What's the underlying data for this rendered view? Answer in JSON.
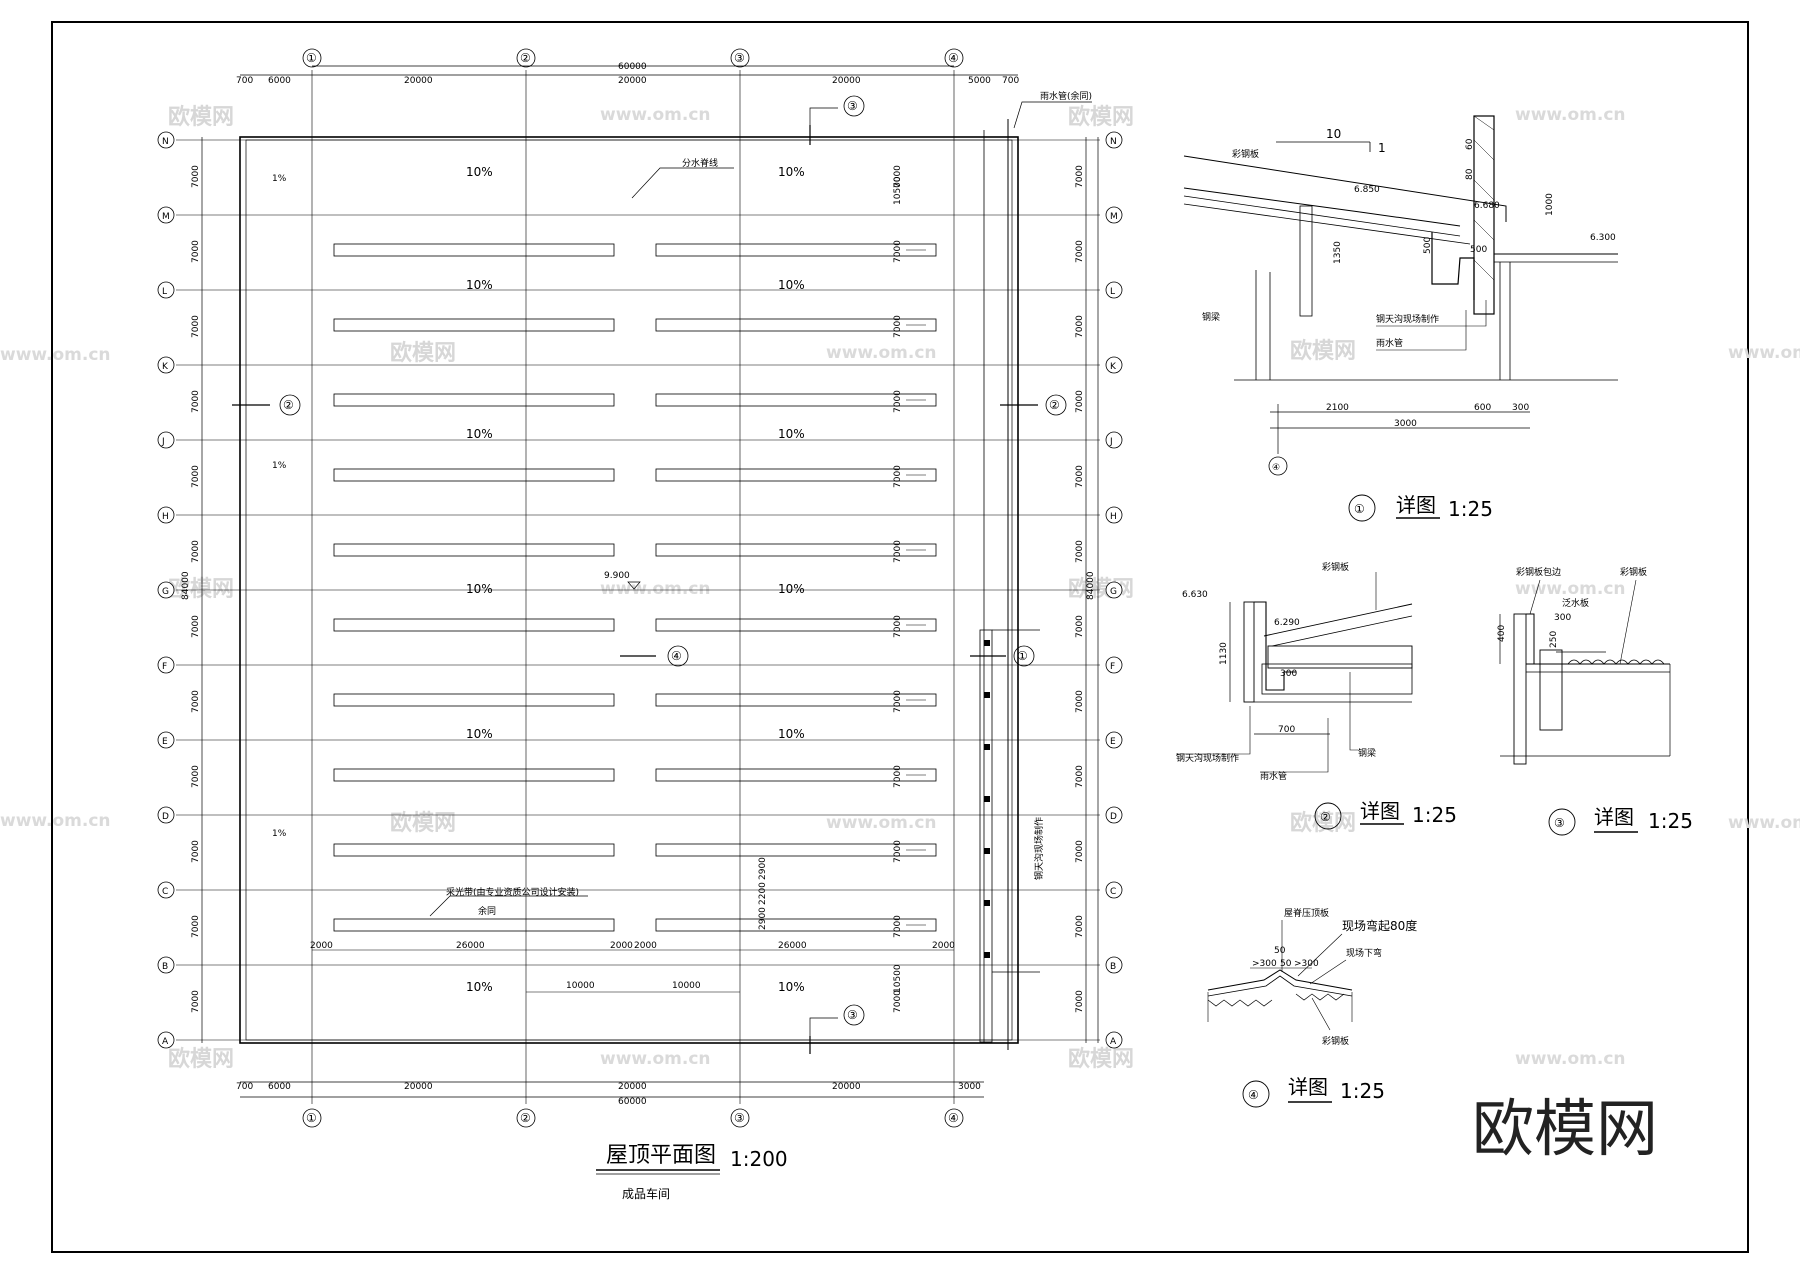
{
  "plan": {
    "title": "屋顶平面图",
    "scale": "1:200",
    "subtitle": "成品车间",
    "col_axes": [
      "①",
      "②",
      "③",
      "④"
    ],
    "row_axes": [
      "N",
      "M",
      "L",
      "K",
      "J",
      "H",
      "G",
      "F",
      "E",
      "D",
      "C",
      "B",
      "A"
    ],
    "top_dims": [
      "700",
      "6000",
      "20000",
      "20000",
      "20000",
      "5000",
      "700"
    ],
    "top_total": "60000",
    "bottom_dims": [
      "700",
      "6000",
      "20000",
      "20000",
      "20000",
      "3000"
    ],
    "bottom_total": "60000",
    "row_dim": "7000",
    "total_height": "84000",
    "slopes": [
      "10%",
      "1%"
    ],
    "ridge_label": "分水脊线",
    "elevation": "9.900",
    "downpipe_label": "雨水管(余同)",
    "skylight_label": "采光带(由专业资质公司设计安装)",
    "skylight_note": "余同",
    "skylight_dims": [
      "2000",
      "26000",
      "2000",
      "2000",
      "26000",
      "2000"
    ],
    "span_dims": [
      "10000",
      "10000"
    ],
    "vertical_dims": [
      "10500",
      "2900",
      "2200",
      "2900"
    ],
    "side_note": "钢天沟现场制作",
    "callouts": [
      "①",
      "②",
      "③",
      "④"
    ]
  },
  "details": {
    "d1": {
      "num": "①",
      "label": "详图",
      "scale": "1:25",
      "slope_num": "10",
      "slope_den": "1",
      "tags": [
        "彩钢板",
        "钢梁",
        "钢天沟现场制作",
        "雨水管"
      ],
      "elevs": [
        "6.850",
        "6.680",
        "6.300"
      ],
      "dims": [
        "60",
        "80",
        "1000",
        "500",
        "500",
        "1350",
        "2100",
        "600",
        "300",
        "3000"
      ],
      "axis": "④"
    },
    "d2": {
      "num": "②",
      "label": "详图",
      "scale": "1:25",
      "tags": [
        "彩钢板",
        "钢天沟现场制作",
        "雨水管",
        "钢梁"
      ],
      "elevs": [
        "6.630",
        "6.290"
      ],
      "dims": [
        "1130",
        "700",
        "300"
      ]
    },
    "d3": {
      "num": "③",
      "label": "详图",
      "scale": "1:25",
      "tags": [
        "彩钢板包边",
        "彩钢板",
        "泛水板"
      ],
      "dims": [
        "400",
        "300",
        "250"
      ]
    },
    "d4": {
      "num": "④",
      "label": "详图",
      "scale": "1:25",
      "tags": [
        "屋脊压顶板",
        "现场弯起80度",
        "现场下弯",
        "彩钢板"
      ],
      "dims": [
        ">300",
        "50",
        ">300",
        "50"
      ]
    }
  },
  "watermark": {
    "text": "欧模网",
    "url": "www.om.cn",
    "brand": "欧模网"
  }
}
